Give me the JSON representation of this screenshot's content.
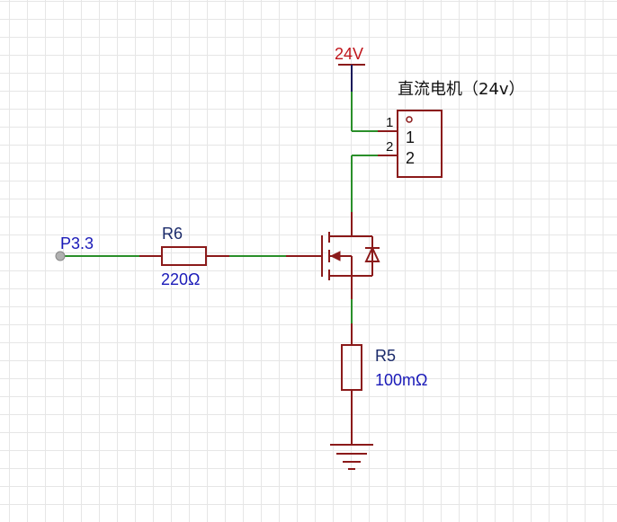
{
  "power": {
    "label": "24V",
    "color": "#c0161c"
  },
  "motor": {
    "title": "直流电机（24v）",
    "pin1_number": "1",
    "pin2_number": "2",
    "pin1_name": "1",
    "pin2_name": "2"
  },
  "input_net": {
    "label": "P3.3",
    "color": "#1a1ab8"
  },
  "r6": {
    "designator": "R6",
    "value": "220Ω"
  },
  "r5": {
    "designator": "R5",
    "value": "100mΩ"
  },
  "colors": {
    "wire": "#2a8f2a",
    "component": "#8b1a1a",
    "designator_text": "#1a2a6a",
    "value_text": "#1a1ab8",
    "grid": "#e6e6e6"
  }
}
